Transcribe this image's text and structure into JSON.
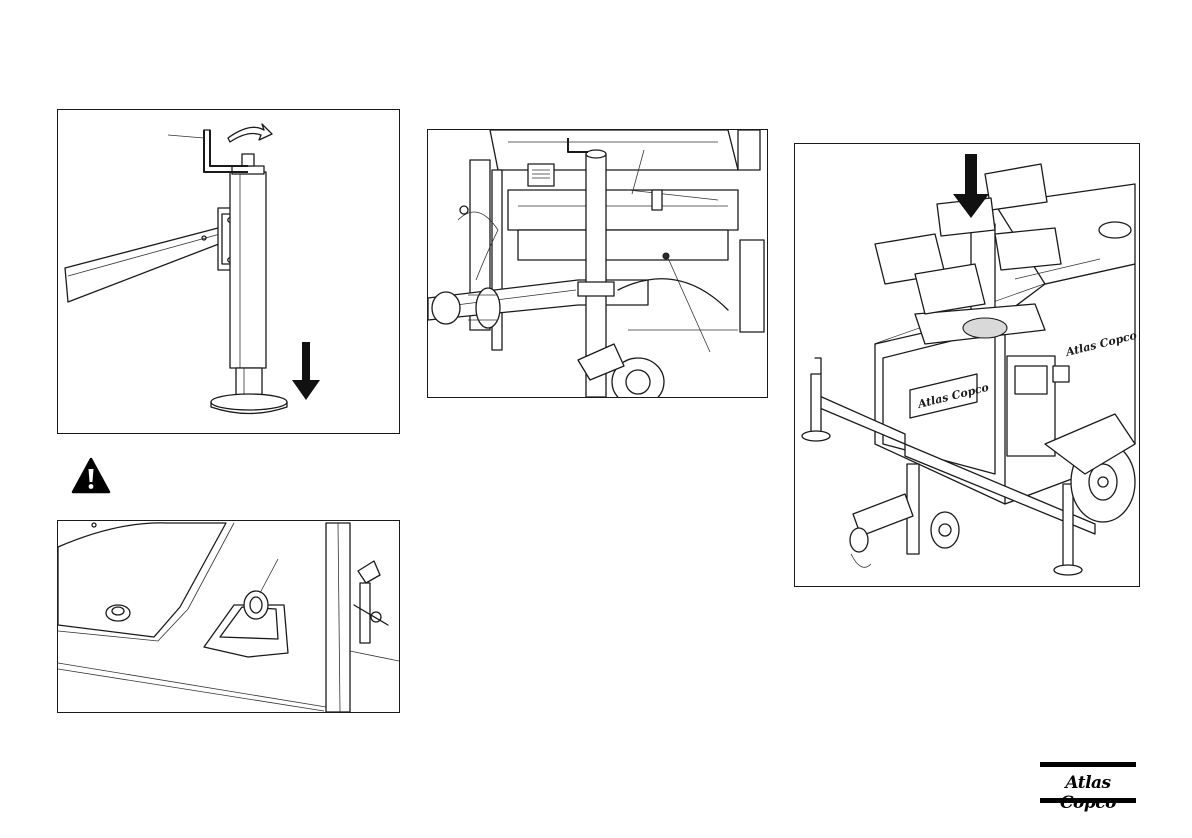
{
  "brand": {
    "logo_text": "Atlas Copco"
  },
  "figures": {
    "jack": {
      "icon": "jack-stand-lowering-illustration"
    },
    "chassis": {
      "icon": "trailer-chassis-illustration"
    },
    "tower": {
      "icon": "light-tower-lifting-point-illustration",
      "side_logo": "Atlas Copco"
    },
    "lug": {
      "icon": "lifting-lug-illustration"
    }
  },
  "warning": {
    "icon": "warning-triangle-icon"
  },
  "colors": {
    "line": "#1a1a1a",
    "background": "#ffffff",
    "logo": "#000000"
  }
}
